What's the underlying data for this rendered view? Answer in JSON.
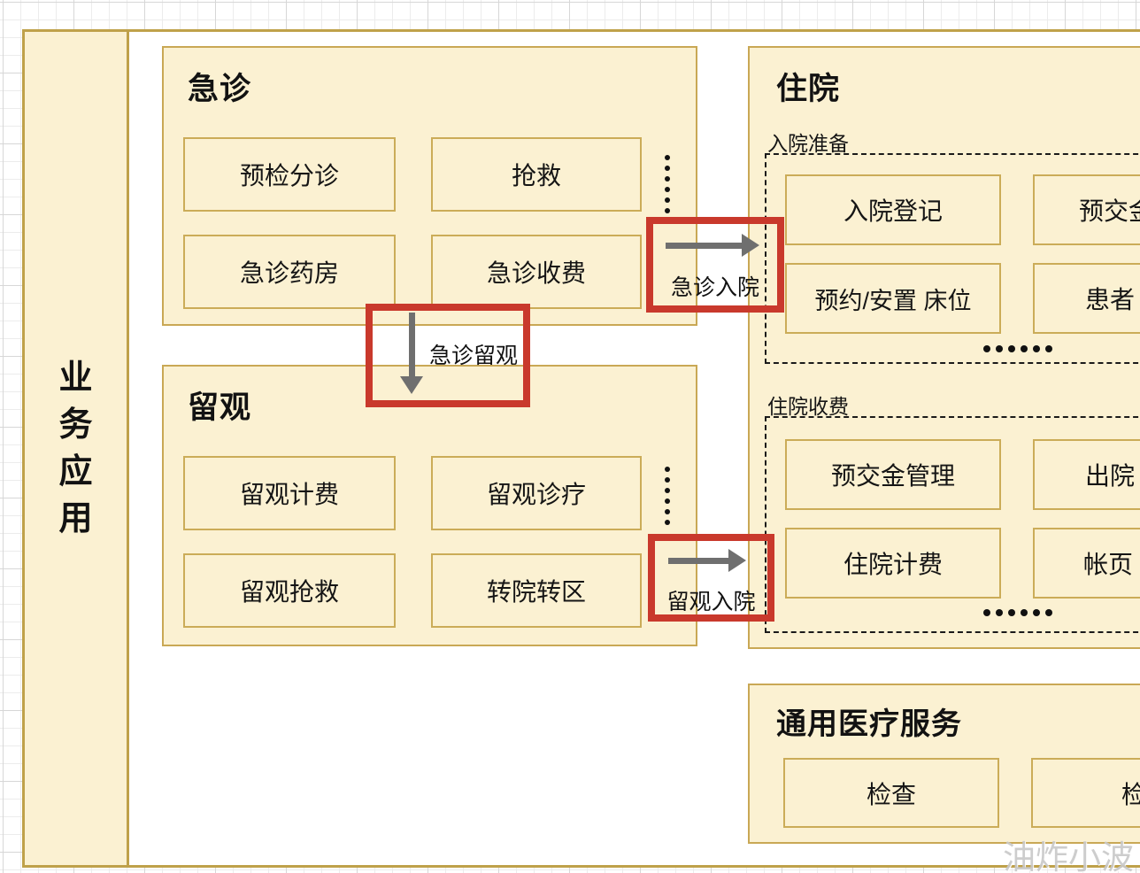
{
  "sidebar": {
    "label": "业务应用",
    "chars": [
      "业",
      "务",
      "应",
      "用"
    ]
  },
  "groups": {
    "emergency": {
      "title": "急诊",
      "items": [
        "预检分诊",
        "抢救",
        "急诊药房",
        "急诊收费"
      ]
    },
    "observation": {
      "title": "留观",
      "items": [
        "留观计费",
        "留观诊疗",
        "留观抢救",
        "转院转区"
      ]
    },
    "inpatient": {
      "title": "住院",
      "sections": [
        {
          "label": "入院准备",
          "items": [
            "入院登记",
            "预交金",
            "预约/安置 床位",
            "患者"
          ]
        },
        {
          "label": "住院收费",
          "items": [
            "预交金管理",
            "出院",
            "住院计费",
            "帐页"
          ]
        }
      ]
    },
    "general": {
      "title": "通用医疗服务",
      "items": [
        "检查",
        "检"
      ]
    }
  },
  "flows": [
    {
      "label": "急诊入院",
      "direction": "right"
    },
    {
      "label": "急诊留观",
      "direction": "down"
    },
    {
      "label": "留观入院",
      "direction": "right"
    }
  ],
  "ellipsis": {
    "vertical": "⋮",
    "horizontal": "······"
  },
  "watermark": "油炸小波",
  "colors": {
    "fill": "#fbf1d2",
    "border": "#c9a855",
    "frame_border": "#bfa14a",
    "red_accent": "#c9392c",
    "arrow_gray": "#6f6f6f",
    "text": "#121212"
  }
}
